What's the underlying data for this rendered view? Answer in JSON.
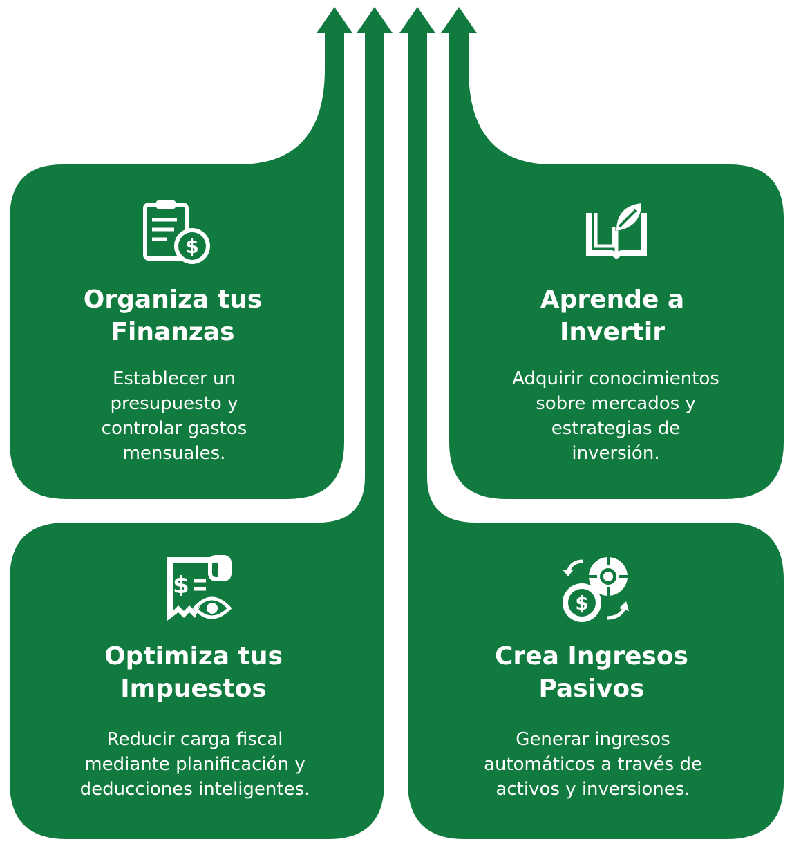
{
  "colors": {
    "primary_green": "#117a3f",
    "text": "#ffffff",
    "background": "#ffffff"
  },
  "cards": [
    {
      "title_line1": "Organiza tus",
      "title_line2": "Finanzas",
      "desc_lines": [
        "Establecer un",
        "presupuesto y",
        "controlar gastos",
        "mensuales."
      ],
      "icon": "clipboard-dollar-icon"
    },
    {
      "title_line1": "Aprende a",
      "title_line2": "Invertir",
      "desc_lines": [
        "Adquirir conocimientos",
        "sobre mercados y",
        "estrategias de",
        "inversión."
      ],
      "icon": "book-plant-icon"
    },
    {
      "title_line1": "Optimiza tus",
      "title_line2": "Impuestos",
      "desc_lines": [
        "Reducir carga fiscal",
        "mediante planificación y",
        "deducciones inteligentes."
      ],
      "icon": "tax-receipt-eye-icon"
    },
    {
      "title_line1": "Crea Ingresos",
      "title_line2": "Pasivos",
      "desc_lines": [
        "Generar ingresos",
        "automáticos a través de",
        "activos y inversiones."
      ],
      "icon": "passive-income-cycle-icon"
    }
  ]
}
